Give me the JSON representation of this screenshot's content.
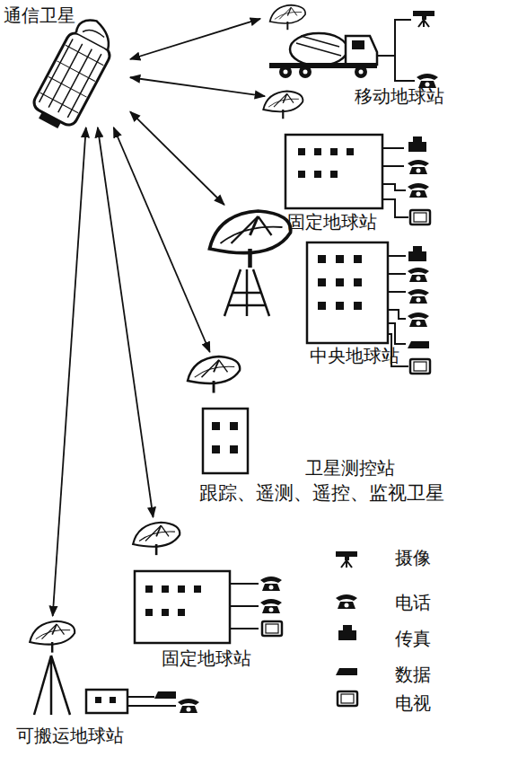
{
  "diagram": {
    "nodes": [
      {
        "text": [
          "通信卫星"
        ]
      },
      {
        "text": [
          "移动地球站"
        ]
      },
      {
        "text": [
          "固定地球站"
        ]
      },
      {
        "text": [
          "中央地球站"
        ]
      },
      {
        "text": [
          "卫星测控站",
          "跟踪、遥测、遥控、监视卫星"
        ]
      },
      {
        "text": [
          "固定地球站"
        ]
      },
      {
        "text": [
          "可搬运地球站"
        ]
      }
    ],
    "edges": [
      {
        "from": 0,
        "to": 1,
        "arrow": "both"
      },
      {
        "from": 0,
        "to": 2,
        "arrow": "both"
      },
      {
        "from": 0,
        "to": 3,
        "arrow": "both"
      },
      {
        "from": 0,
        "to": 4,
        "arrow": "both"
      },
      {
        "from": 0,
        "to": 5,
        "arrow": "both"
      },
      {
        "from": 0,
        "to": 6,
        "arrow": "both"
      }
    ],
    "legend": [
      {
        "text": "摄像"
      },
      {
        "text": "电话"
      },
      {
        "text": "传真"
      },
      {
        "text": "数据"
      },
      {
        "text": "电视"
      }
    ]
  }
}
